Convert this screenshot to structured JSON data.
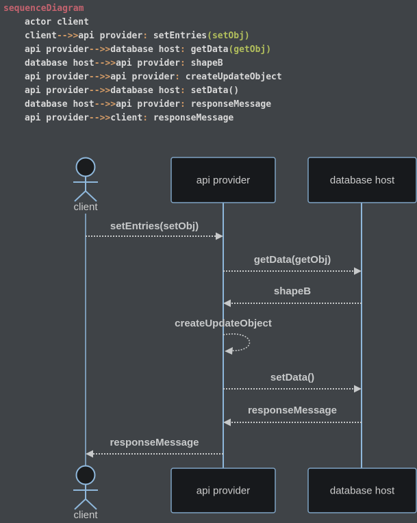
{
  "colors": {
    "background": "#3f4347",
    "code_plain": "#d9d9d9",
    "code_keyword": "#c4636f",
    "code_operator": "#d19a66",
    "code_param": "#b2bf5c",
    "actor_line": "#8fb8dc",
    "box_border": "#7fa3c3",
    "box_fill": "#17191c",
    "head_fill": "#1a1c1e",
    "message_color": "#c7c9ca",
    "label_color": "#cbcbcb"
  },
  "code": {
    "lines": [
      {
        "indent": 0,
        "tokens": [
          {
            "text": "sequenceDiagram",
            "type": "keyword"
          }
        ]
      },
      {
        "indent": 1,
        "tokens": [
          {
            "text": "actor client",
            "type": "plain"
          }
        ]
      },
      {
        "indent": 1,
        "tokens": [
          {
            "text": "client",
            "type": "plain"
          },
          {
            "text": "-->>",
            "type": "op"
          },
          {
            "text": "api provider",
            "type": "plain"
          },
          {
            "text": ":",
            "type": "op"
          },
          {
            "text": " setEntries",
            "type": "plain"
          },
          {
            "text": "(setObj)",
            "type": "param"
          }
        ]
      },
      {
        "indent": 1,
        "tokens": [
          {
            "text": "api provider",
            "type": "plain"
          },
          {
            "text": "-->>",
            "type": "op"
          },
          {
            "text": "database host",
            "type": "plain"
          },
          {
            "text": ":",
            "type": "op"
          },
          {
            "text": " getData",
            "type": "plain"
          },
          {
            "text": "(getObj)",
            "type": "param"
          }
        ]
      },
      {
        "indent": 1,
        "tokens": [
          {
            "text": "database host",
            "type": "plain"
          },
          {
            "text": "-->>",
            "type": "op"
          },
          {
            "text": "api provider",
            "type": "plain"
          },
          {
            "text": ":",
            "type": "op"
          },
          {
            "text": " shapeB",
            "type": "plain"
          }
        ]
      },
      {
        "indent": 1,
        "tokens": [
          {
            "text": "api provider",
            "type": "plain"
          },
          {
            "text": "-->>",
            "type": "op"
          },
          {
            "text": "api provider",
            "type": "plain"
          },
          {
            "text": ":",
            "type": "op"
          },
          {
            "text": " createUpdateObject",
            "type": "plain"
          }
        ]
      },
      {
        "indent": 1,
        "tokens": [
          {
            "text": "api provider",
            "type": "plain"
          },
          {
            "text": "-->>",
            "type": "op"
          },
          {
            "text": "database host",
            "type": "plain"
          },
          {
            "text": ":",
            "type": "op"
          },
          {
            "text": " setData()",
            "type": "plain"
          }
        ]
      },
      {
        "indent": 1,
        "tokens": [
          {
            "text": "database host",
            "type": "plain"
          },
          {
            "text": "-->>",
            "type": "op"
          },
          {
            "text": "api provider",
            "type": "plain"
          },
          {
            "text": ":",
            "type": "op"
          },
          {
            "text": " responseMessage",
            "type": "plain"
          }
        ]
      },
      {
        "indent": 1,
        "tokens": [
          {
            "text": "api provider",
            "type": "plain"
          },
          {
            "text": "-->>",
            "type": "op"
          },
          {
            "text": "client",
            "type": "plain"
          },
          {
            "text": ":",
            "type": "op"
          },
          {
            "text": " responseMessage",
            "type": "plain"
          }
        ]
      }
    ]
  },
  "diagram": {
    "participants": [
      {
        "id": "client",
        "label": "client",
        "kind": "actor"
      },
      {
        "id": "api provider",
        "label": "api provider",
        "kind": "box"
      },
      {
        "id": "database host",
        "label": "database host",
        "kind": "box"
      }
    ],
    "messages": [
      {
        "text": "setEntries(setObj)",
        "from": "client",
        "to": "api provider",
        "style": "dashed"
      },
      {
        "text": "getData(getObj)",
        "from": "api provider",
        "to": "database host",
        "style": "dashed"
      },
      {
        "text": "shapeB",
        "from": "database host",
        "to": "api provider",
        "style": "dashed"
      },
      {
        "text": "createUpdateObject",
        "from": "api provider",
        "to": "api provider",
        "style": "dashed-self"
      },
      {
        "text": "setData()",
        "from": "api provider",
        "to": "database host",
        "style": "dashed"
      },
      {
        "text": "responseMessage",
        "from": "database host",
        "to": "api provider",
        "style": "dashed"
      },
      {
        "text": "responseMessage",
        "from": "api provider",
        "to": "client",
        "style": "dashed"
      }
    ]
  }
}
